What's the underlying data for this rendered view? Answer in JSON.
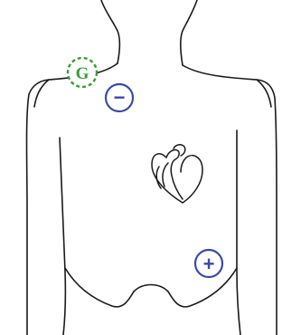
{
  "diagram": {
    "electrodes": {
      "ground": {
        "symbol": "G",
        "color": "#3a9a3a",
        "style": "dashed-circle"
      },
      "negative": {
        "symbol": "−",
        "color": "#3b4aa8",
        "style": "solid-circle"
      },
      "positive": {
        "symbol": "+",
        "color": "#3b4aa8",
        "style": "solid-circle"
      }
    },
    "icons": [
      "torso-outline",
      "heart-icon"
    ]
  }
}
